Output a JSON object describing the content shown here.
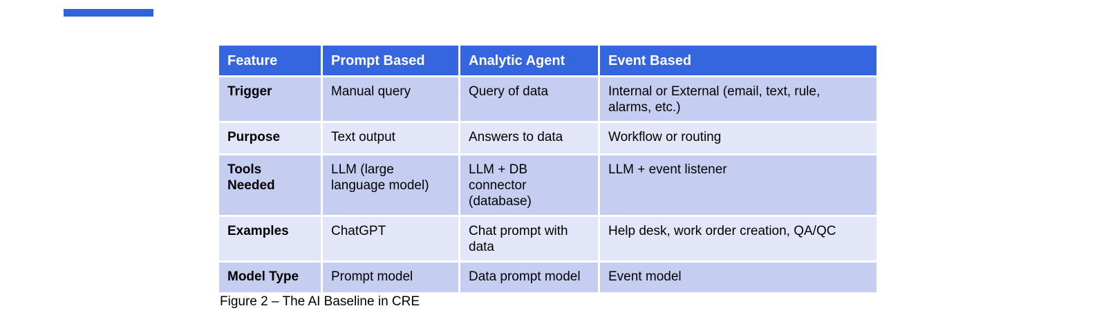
{
  "accent": {
    "bar_color": "#2f62db"
  },
  "colors": {
    "header_bg": "#3566df",
    "row_dark_bg": "#c5cdf0",
    "row_light_bg": "#e3e6f8",
    "header_text": "#ffffff",
    "body_text": "#000000"
  },
  "table": {
    "columns": [
      "Feature",
      "Prompt Based",
      "Analytic Agent",
      "Event Based"
    ],
    "rows": [
      {
        "feature": "Trigger",
        "prompt_based": "Manual query",
        "analytic_agent": "Query of data",
        "event_based": "Internal or External (email, text, rule,\nalarms, etc.)"
      },
      {
        "feature": "Purpose",
        "prompt_based": "Text output",
        "analytic_agent": "Answers to data",
        "event_based": "Workflow or routing"
      },
      {
        "feature": "Tools\nNeeded",
        "prompt_based": "LLM (large\nlanguage model)",
        "analytic_agent": "LLM + DB\nconnector\n(database)",
        "event_based": "LLM + event listener"
      },
      {
        "feature": "Examples",
        "prompt_based": "ChatGPT",
        "analytic_agent": "Chat prompt with\ndata",
        "event_based": "Help desk, work order creation, QA/QC"
      },
      {
        "feature": "Model Type",
        "prompt_based": "Prompt model",
        "analytic_agent": "Data prompt model",
        "event_based": "Event model"
      }
    ]
  },
  "caption": "Figure 2 – The AI Baseline in CRE"
}
